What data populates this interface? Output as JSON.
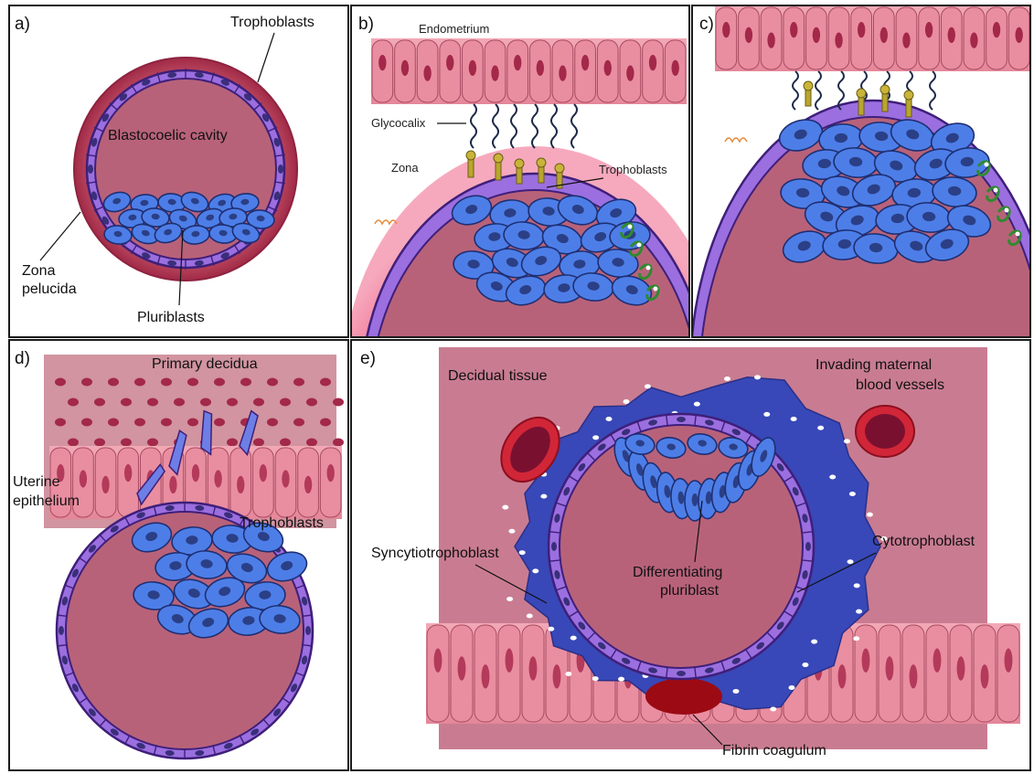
{
  "colors": {
    "tissue": "#c0657e",
    "cavity": "#b56076",
    "epithelium": "#e98ea0",
    "nucleus_dark": "#a3284a",
    "trophoblast_layer": "#9b6fe0",
    "trophoblast_edge": "#3f1f7a",
    "pluriblast_cell": "#4d7ee8",
    "pluriblast_nucleus": "#2b3f86",
    "zona": "#ea3f6e",
    "zona_ring": "#a82e4a",
    "syncytio": "#3748b8",
    "vessel": "#b21d33",
    "fibrin": "#9c0a14",
    "glycocalix": "#1e2a4a",
    "receptor": "#b9a62e",
    "receptor_green": "#2f8a2f"
  },
  "panels": {
    "a": {
      "letter": "a)",
      "labels": {
        "trophoblasts": "Trophoblasts",
        "cavity": "Blastocoelic cavity",
        "zona_line1": "Zona",
        "zona_line2": "pelucida",
        "pluriblasts": "Pluriblasts"
      }
    },
    "b": {
      "letter": "b)",
      "labels": {
        "endometrium": "Endometrium",
        "glycocalix": "Glycocalix",
        "zona": "Zona",
        "trophoblasts": "Trophoblasts"
      }
    },
    "c": {
      "letter": "c)"
    },
    "d": {
      "letter": "d)",
      "labels": {
        "primary_decidua": "Primary decidua",
        "uterine_line1": "Uterine",
        "uterine_line2": "epithelium",
        "trophoblasts": "Trophoblasts"
      }
    },
    "e": {
      "letter": "e)",
      "labels": {
        "decidual_tissue": "Decidual tissue",
        "invading_line1": "Invading maternal",
        "invading_line2": "blood vessels",
        "syncytiotrophoblast": "Syncytiotrophoblast",
        "cytotrophoblast": "Cytotrophoblast",
        "differentiating_line1": "Differentiating",
        "differentiating_line2": "pluriblast",
        "fibrin": "Fibrin coagulum"
      }
    }
  }
}
